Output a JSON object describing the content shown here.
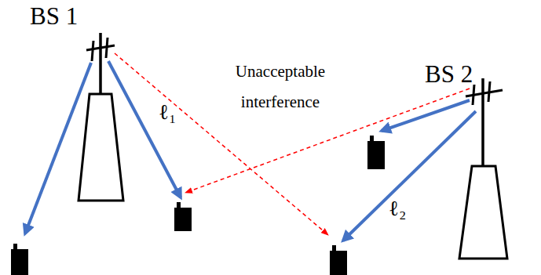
{
  "diagram": {
    "labels": [
      "BS 1",
      "BS 2",
      "Unacceptable interference",
      "ℓ₁",
      "ℓ₂"
    ]
  }
}
